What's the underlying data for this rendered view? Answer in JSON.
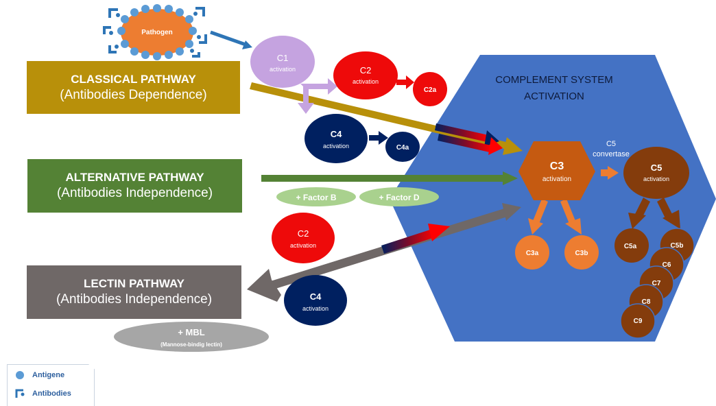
{
  "title_line1": "COMPLEMENT SYSTEM",
  "title_line2": "ACTIVATION",
  "pathogen": "Pathogen",
  "pathways": {
    "classical": {
      "name": "CLASSICAL PATHWAY",
      "sub": "(Antibodies Dependence)",
      "color": "#b8900a"
    },
    "alternative": {
      "name": "ALTERNATIVE PATHWAY",
      "sub": "(Antibodies Independence)",
      "color": "#548235"
    },
    "lectin": {
      "name": "LECTIN PATHWAY",
      "sub": "(Antibodies Independence)",
      "color": "#6f6867"
    }
  },
  "nodes": {
    "c1": {
      "name": "C1",
      "sub": "activation"
    },
    "c2_top": {
      "name": "C2",
      "sub": "activation"
    },
    "c2a": "C2a",
    "c4_top": {
      "name": "C4",
      "sub": "activation"
    },
    "c4a": "C4a",
    "c2_low": {
      "name": "C2",
      "sub": "activation"
    },
    "c4_low": {
      "name": "C4",
      "sub": "activation"
    },
    "c3": {
      "name": "C3",
      "sub": "activation"
    },
    "c5_convertase": {
      "line1": "C5",
      "line2": "convertase"
    },
    "c5": {
      "name": "C5",
      "sub": "activation"
    },
    "c3a": "C3a",
    "c3b": "C3b",
    "c5a": "C5a",
    "c5b": "C5b",
    "c6": "C6",
    "c7": "C7",
    "c8": "C8",
    "c9": "C9"
  },
  "factors": {
    "factor_b": "+ Factor B",
    "factor_d": "+ Factor D",
    "mbl": "+ MBL",
    "mbl_sub": "(Mannose-bindig lectin)"
  },
  "legend": {
    "antigene": "Antigene",
    "antibodies": "Antibodies"
  },
  "colors": {
    "hexagon": "#4472c4",
    "c1": "#c5a3e0",
    "c2": "#ee0a0a",
    "c4": "#002060",
    "c3": "#c55a11",
    "c3_products": "#ed7d31",
    "c5": "#843c0c",
    "pathogen": "#ed7d31",
    "antigene": "#5b9bd5",
    "factor": "#a9d18e",
    "mbl": "#a6a6a6"
  }
}
